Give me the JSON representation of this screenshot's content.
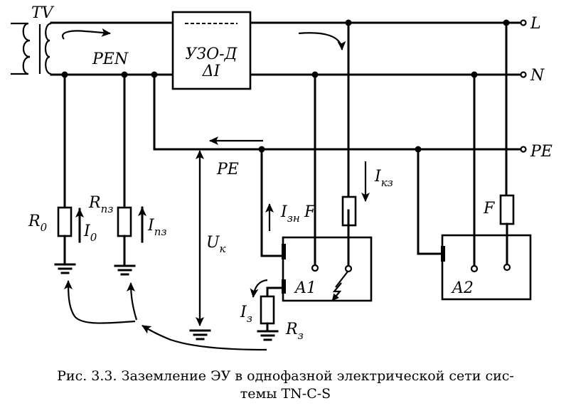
{
  "figure": {
    "caption_line1": "Рис. 3.3. Заземление ЭУ в однофазной электрической сети сис-",
    "caption_line2": "темы TN-C-S"
  },
  "labels": {
    "transformer": "TV",
    "pen": "PEN",
    "rcd_name": "УЗО-Д",
    "rcd_symbol": "ΔI",
    "line_L": "L",
    "line_N": "N",
    "line_PE": "PE",
    "pe_bus": "PE",
    "r0": "R",
    "r0_sub": "0",
    "i0": "I",
    "i0_sub": "0",
    "rpz": "R",
    "rpz_sub": "пз",
    "ipz": "I",
    "ipz_sub": "пз",
    "uk": "U",
    "uk_sub": "к",
    "izn": "I",
    "izn_sub": "зн",
    "ikz": "I",
    "ikz_sub": "кз",
    "fuse1": "F",
    "fuse2": "F",
    "device1": "A1",
    "device2": "A2",
    "iz": "I",
    "iz_sub": "з",
    "rz": "R",
    "rz_sub": "з"
  }
}
